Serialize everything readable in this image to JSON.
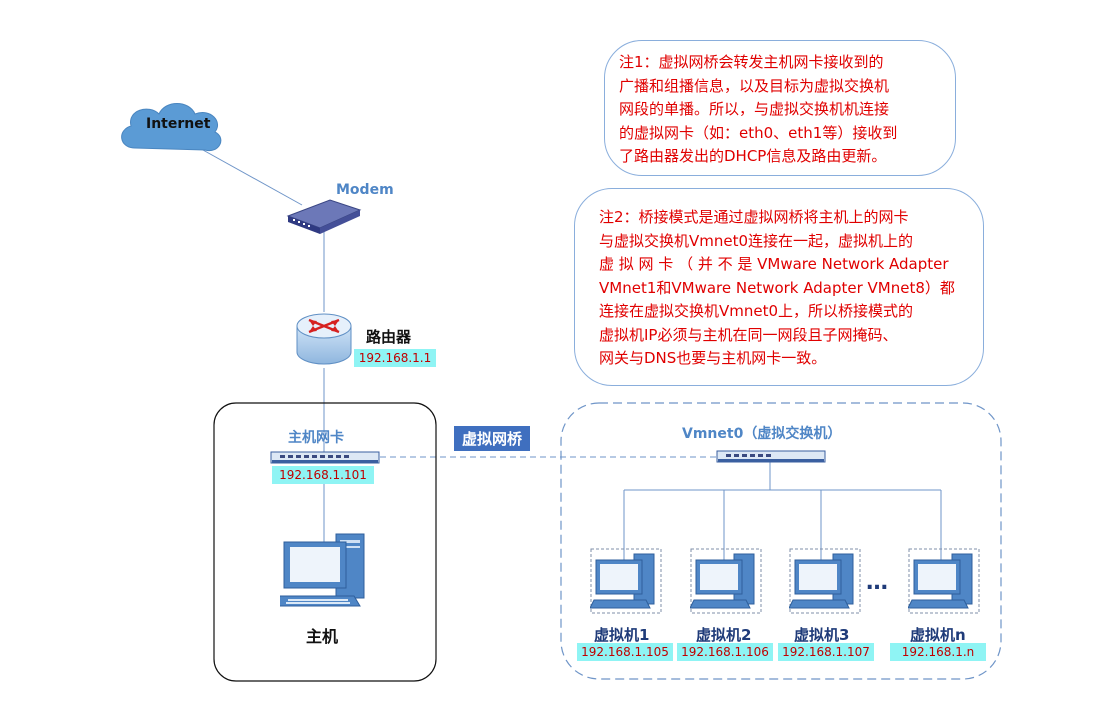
{
  "internet": {
    "label": "Internet"
  },
  "modem": {
    "label": "Modem"
  },
  "router": {
    "label": "路由器",
    "ip": "192.168.1.1"
  },
  "host": {
    "nic_label": "主机网卡",
    "nic_ip": "192.168.1.101",
    "label": "主机"
  },
  "bridge": {
    "label": "虚拟网桥"
  },
  "vswitch": {
    "label": "Vmnet0（虚拟交换机）"
  },
  "vms": [
    {
      "label": "虚拟机1",
      "ip": "192.168.1.105"
    },
    {
      "label": "虚拟机2",
      "ip": "192.168.1.106"
    },
    {
      "label": "虚拟机3",
      "ip": "192.168.1.107"
    },
    {
      "label": "虚拟机n",
      "ip": "192.168.1.n"
    }
  ],
  "ellipsis": "…",
  "note1": {
    "lines": [
      "注1：虚拟网桥会转发主机网卡接收到的",
      "广播和组播信息，以及目标为虚拟交换机",
      "网段的单播。所以，与虚拟交换机机连接",
      "的虚拟网卡（如：eth0、eth1等）接收到",
      "了路由器发出的DHCP信息及路由更新。"
    ]
  },
  "note2": {
    "lines": [
      "注2：桥接模式是通过虚拟网桥将主机上的网卡",
      "与虚拟交换机Vmnet0连接在一起，虚拟机上的",
      "虚 拟 网 卡 （ 并 不 是 VMware Network Adapter",
      "VMnet1和VMware Network Adapter VMnet8）都",
      "连接在虚拟交换机Vmnet0上，所以桥接模式的",
      "虚拟机IP必须与主机在同一网段且子网掩码、",
      "网关与DNS也要与主机网卡一致。"
    ]
  },
  "colors": {
    "accent": "#4f86c6",
    "note_text": "#e00000",
    "ip_bg": "#8ff4f4",
    "bridge_bg": "#3f6fbf"
  }
}
